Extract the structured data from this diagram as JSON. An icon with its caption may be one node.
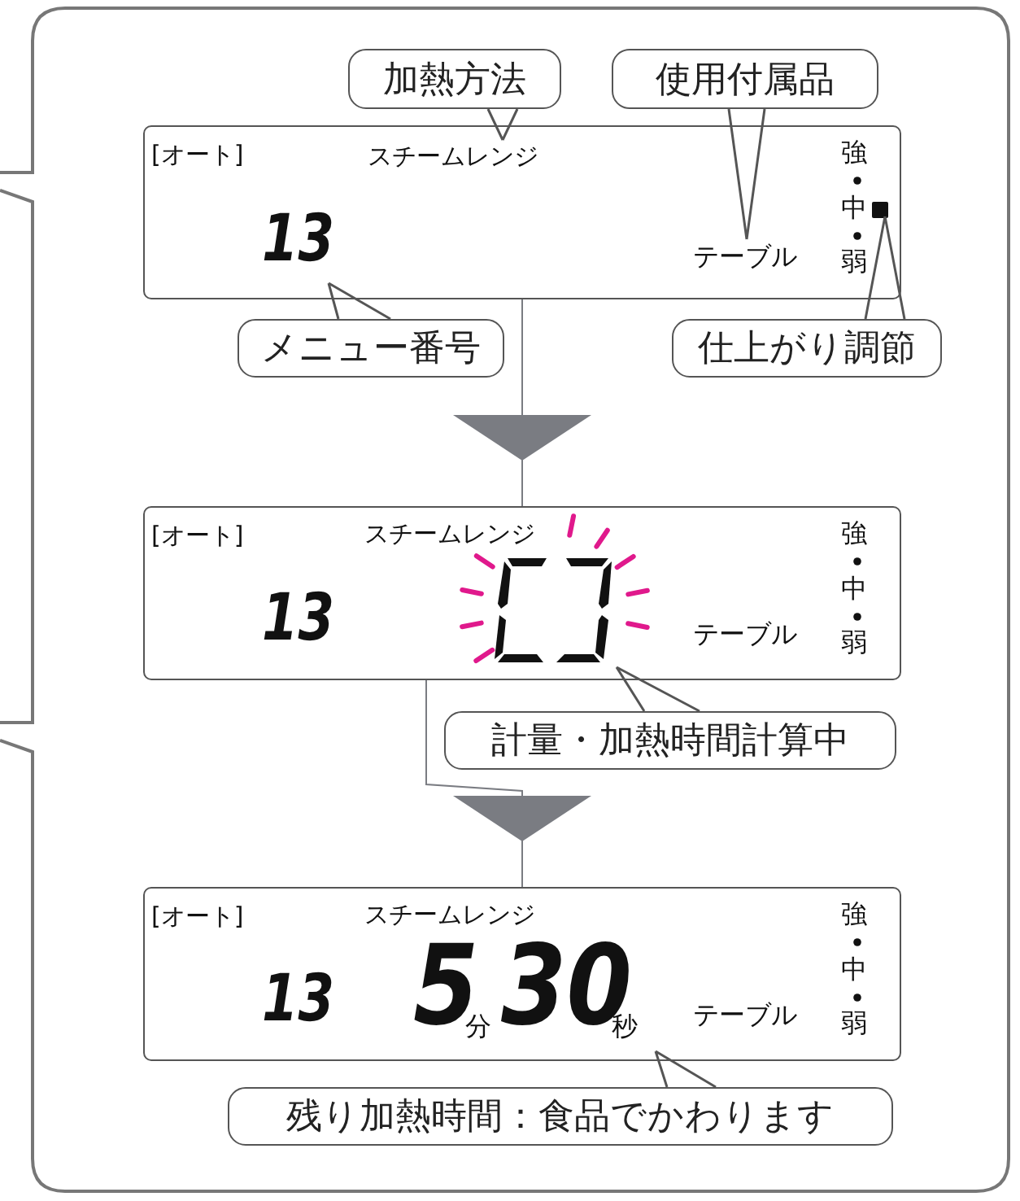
{
  "diagram": {
    "nodes": [
      {
        "text": [
          "[オート]",
          "強",
          "中",
          "弱"
        ]
      },
      {
        "text": [
          "スチームレンジ"
        ],
        "in": 0
      },
      {
        "text": [
          "13"
        ],
        "in": 0
      },
      {
        "text": [
          "テーブル"
        ],
        "in": 0
      },
      {
        "text": [],
        "shape": "box",
        "in": 0
      },
      {
        "text": [
          "加熱方法"
        ]
      },
      {
        "text": [
          "使用付属品"
        ]
      },
      {
        "text": [
          "メニュー番号"
        ]
      },
      {
        "text": [
          "仕上がり調節"
        ]
      },
      {
        "text": [
          "[オート]",
          "スチームレンジ",
          "13",
          "テーブル",
          "強",
          "中",
          "弱"
        ]
      },
      {
        "text": [],
        "shape": "box",
        "in": 9
      },
      {
        "text": [
          "計量・加熱時間計算中"
        ]
      },
      {
        "text": [
          "[オート]",
          "スチームレンジ",
          "13",
          "テーブル",
          "強",
          "中",
          "弱"
        ]
      },
      {
        "text": [
          "5",
          "分",
          "30",
          "秒"
        ],
        "in": 12
      },
      {
        "text": [
          "残り加熱時間：食品でかわります"
        ]
      }
    ],
    "edges": [
      {
        "from": 5,
        "to": 1,
        "arrow": "none"
      },
      {
        "from": 6,
        "to": 3,
        "arrow": "none"
      },
      {
        "from": 7,
        "to": 2,
        "arrow": "none"
      },
      {
        "from": 8,
        "to": 4,
        "arrow": "none"
      },
      {
        "from": 0,
        "to": 9,
        "arrow": "to"
      },
      {
        "from": 11,
        "to": 10,
        "arrow": "none"
      },
      {
        "from": 9,
        "to": 12,
        "arrow": "to"
      },
      {
        "from": 14,
        "to": 13,
        "arrow": "none"
      }
    ]
  }
}
